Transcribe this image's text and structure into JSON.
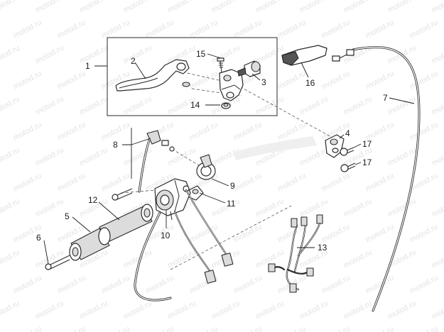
{
  "watermark": {
    "text": "motod.ru"
  },
  "callouts": {
    "c1": "1",
    "c2": "2",
    "c3": "3",
    "c4": "4",
    "c5": "5",
    "c6": "6",
    "c7": "7",
    "c8": "8",
    "c9": "9",
    "c10": "10",
    "c11": "11",
    "c12": "12",
    "c13": "13",
    "c14": "14",
    "c15": "15",
    "c16": "16",
    "c17a": "17",
    "c17b": "17"
  }
}
